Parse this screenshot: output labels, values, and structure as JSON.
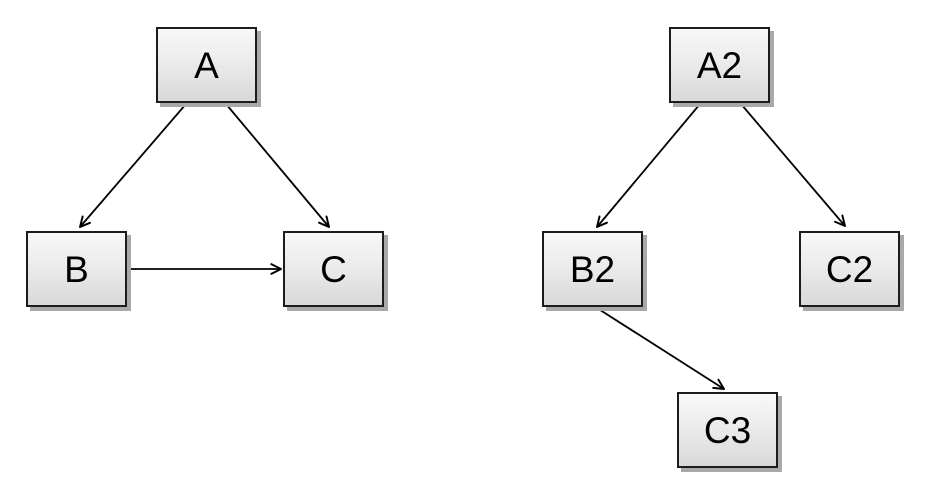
{
  "page": {
    "background_color": "#ffffff"
  },
  "diagram": {
    "type": "directed-graph",
    "style": {
      "node_fill_top": "#f8f8f8",
      "node_fill_bottom": "#d9d9d9",
      "node_border_color": "#1c1c1c",
      "node_shadow_color": "#a9a9a9",
      "edge_color": "#000000",
      "label_color": "#000000"
    },
    "graphs": [
      {
        "name": "left-graph",
        "nodes": [
          {
            "id": "A",
            "label": "A"
          },
          {
            "id": "B",
            "label": "B"
          },
          {
            "id": "C",
            "label": "C"
          }
        ],
        "edges": [
          {
            "from": "A",
            "to": "B"
          },
          {
            "from": "A",
            "to": "C"
          },
          {
            "from": "B",
            "to": "C"
          }
        ]
      },
      {
        "name": "right-graph",
        "nodes": [
          {
            "id": "A2",
            "label": "A2"
          },
          {
            "id": "B2",
            "label": "B2"
          },
          {
            "id": "C2",
            "label": "C2"
          },
          {
            "id": "C3",
            "label": "C3"
          }
        ],
        "edges": [
          {
            "from": "A2",
            "to": "B2"
          },
          {
            "from": "A2",
            "to": "C2"
          },
          {
            "from": "B2",
            "to": "C3"
          }
        ]
      }
    ]
  }
}
